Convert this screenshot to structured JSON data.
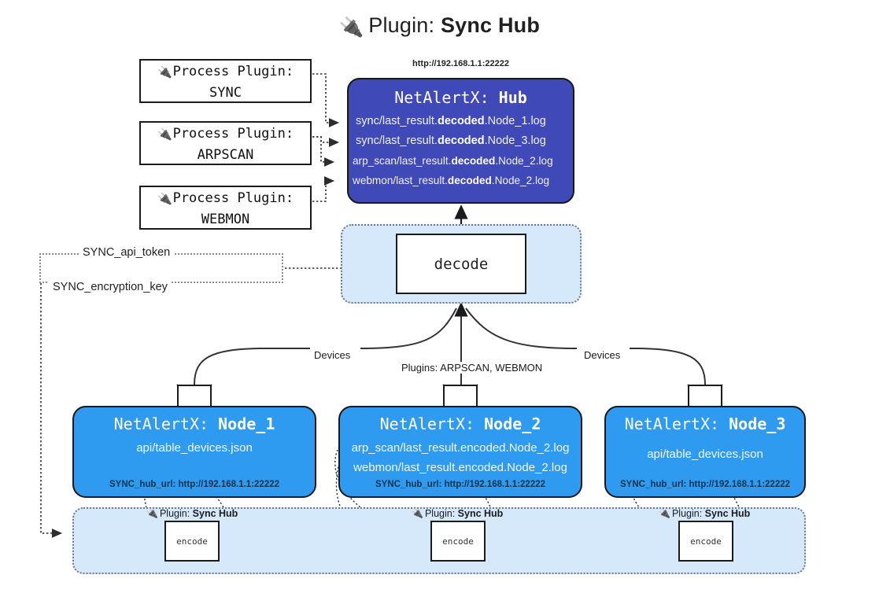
{
  "title": {
    "icon": "plug-icon",
    "prefix": "Plugin:",
    "name": "Sync Hub"
  },
  "process_plugins": [
    {
      "icon": "plug-icon",
      "line1": "Process Plugin:",
      "line2": "SYNC"
    },
    {
      "icon": "plug-icon",
      "line1": "Process Plugin:",
      "line2": "ARPSCAN"
    },
    {
      "icon": "plug-icon",
      "line1": "Process Plugin:",
      "line2": "WEBMON"
    }
  ],
  "hub": {
    "url": "http://192.168.1.1:22222",
    "title_prefix": "NetAlertX:",
    "title_name": "Hub",
    "color": "#4049b8",
    "lines": [
      {
        "pre": "sync/last_result.",
        "bold": "decoded",
        "post": ".Node_1.log"
      },
      {
        "pre": "sync/last_result.",
        "bold": "decoded",
        "post": ".Node_3.log"
      },
      {
        "pre": "arp_scan/last_result.",
        "bold": "decoded",
        "post": ".Node_2.log"
      },
      {
        "pre": "webmon/last_result.",
        "bold": "decoded",
        "post": ".Node_2.log"
      }
    ]
  },
  "decode": {
    "label": "decode",
    "zone_color": "#d6e9fb"
  },
  "tokens": {
    "api_token": "SYNC_api_token",
    "encryption_key": "SYNC_encryption_key"
  },
  "edge_labels": {
    "devices_left": "Devices",
    "devices_right": "Devices",
    "plugins_center": "Plugins: ARPSCAN, WEBMON"
  },
  "nodes": [
    {
      "title_prefix": "NetAlertX:",
      "title_name": "Node_1",
      "color": "#2e9bf0",
      "lines": [
        "api/table_devices.json"
      ],
      "hub_url_label": "SYNC_hub_url: http://192.168.1.1:22222",
      "icon": "envelope-icon"
    },
    {
      "title_prefix": "NetAlertX:",
      "title_name": "Node_2",
      "color": "#2e9bf0",
      "lines": [
        "arp_scan/last_result.encoded.Node_2.log",
        "webmon/last_result.encoded.Node_2.log"
      ],
      "hub_url_label": "SYNC_hub_url: http://192.168.1.1:22222",
      "icon": "envelope-icon"
    },
    {
      "title_prefix": "NetAlertX:",
      "title_name": "Node_3",
      "color": "#2e9bf0",
      "lines": [
        "api/table_devices.json"
      ],
      "hub_url_label": "SYNC_hub_url: http://192.168.1.1:22222",
      "icon": "envelope-icon"
    }
  ],
  "plugin_zone": [
    {
      "icon": "plug-icon",
      "prefix": "Plugin:",
      "name": "Sync Hub",
      "box_label": "encode"
    },
    {
      "icon": "plug-icon",
      "prefix": "Plugin:",
      "name": "Sync Hub",
      "box_label": "encode"
    },
    {
      "icon": "plug-icon",
      "prefix": "Plugin:",
      "name": "Sync Hub",
      "box_label": "encode"
    }
  ]
}
